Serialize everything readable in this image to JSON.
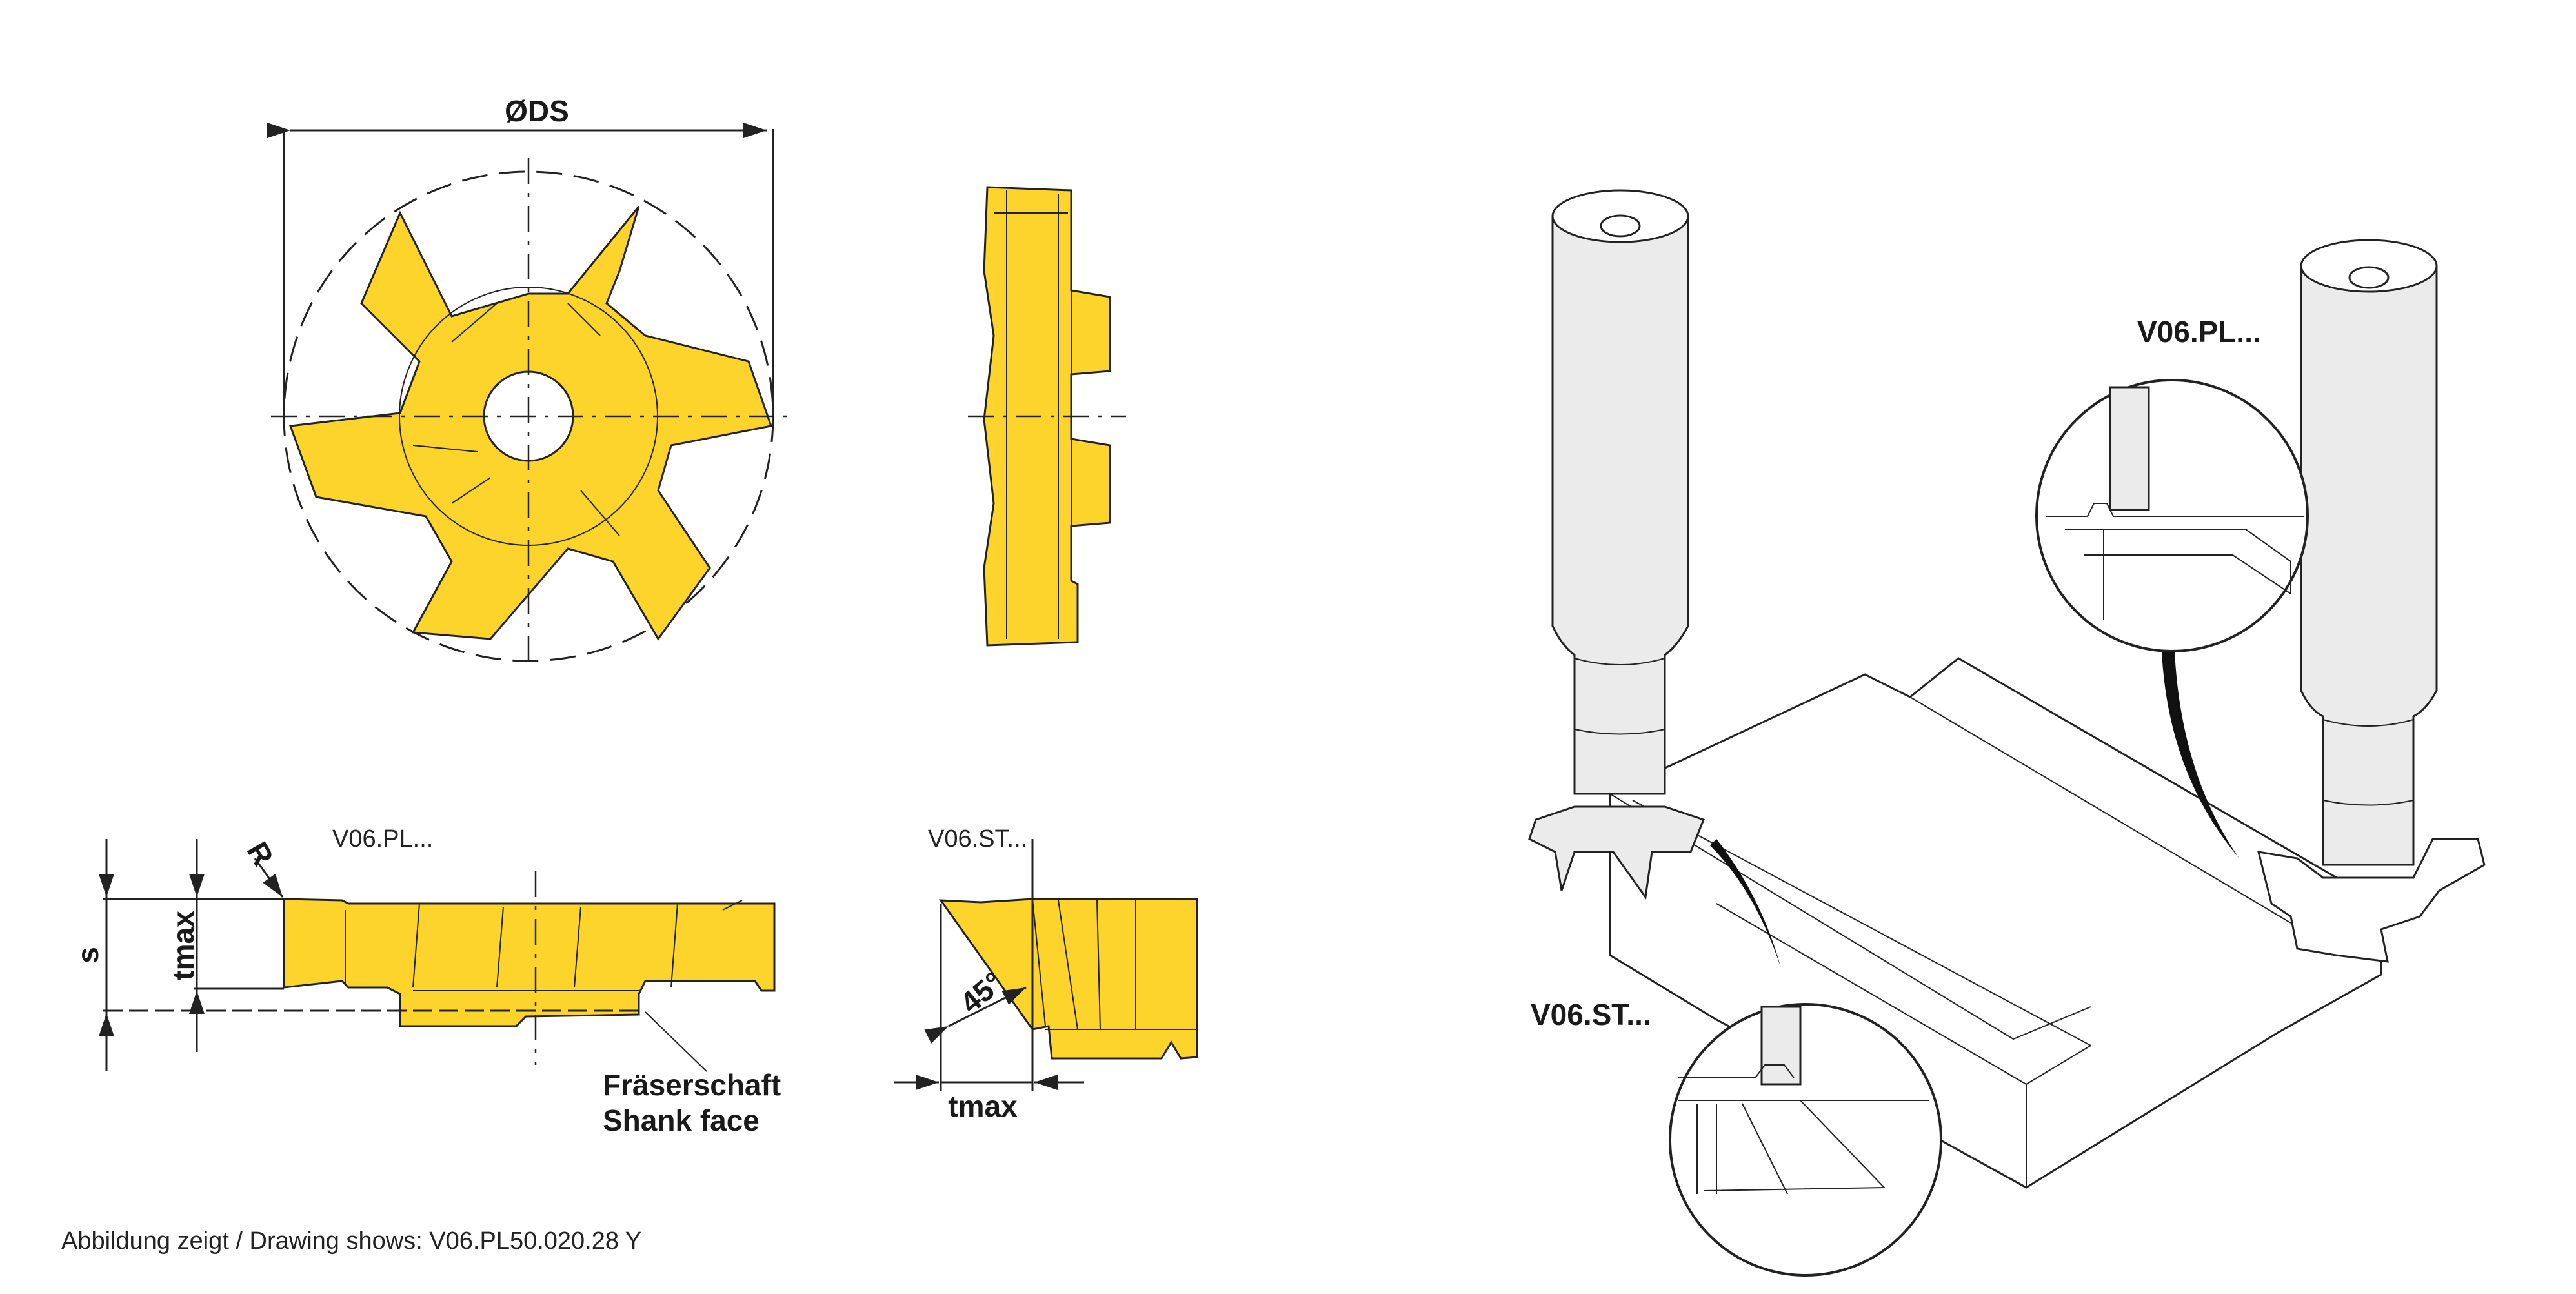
{
  "top_view": {
    "diameter_label": "ØDS"
  },
  "profile_pl": {
    "title": "V06.PL...",
    "radius_label": "R",
    "s_label": "s",
    "tmax_label": "tmax",
    "shank_label_de": "Fräserschaft",
    "shank_label_en": "Shank face"
  },
  "profile_st": {
    "title": "V06.ST...",
    "angle_label": "45°",
    "tmax_label": "tmax"
  },
  "caption": "Abbildung zeigt / Drawing shows: V06.PL50.020.28 Y",
  "application": {
    "pl_label": "V06.PL...",
    "st_label": "V06.ST..."
  },
  "colors": {
    "insert": "#fdd42c",
    "outline": "#222222",
    "shade": "#ebebeb"
  }
}
